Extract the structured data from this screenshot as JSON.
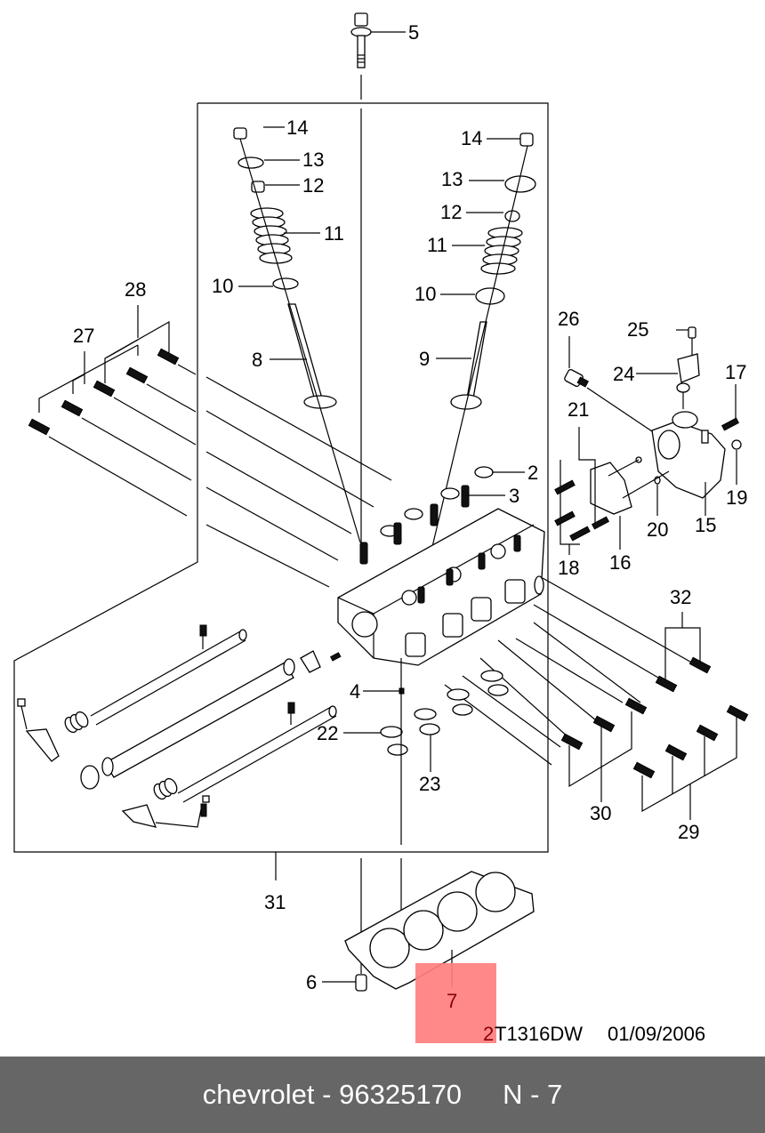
{
  "diagram": {
    "title": "Cylinder head exploded view",
    "callouts": [
      "2",
      "3",
      "4",
      "5",
      "6",
      "7",
      "8",
      "9",
      "10",
      "10",
      "11",
      "11",
      "12",
      "12",
      "13",
      "13",
      "14",
      "14",
      "15",
      "16",
      "17",
      "18",
      "19",
      "20",
      "21",
      "22",
      "23",
      "24",
      "25",
      "26",
      "27",
      "28",
      "29",
      "30",
      "31",
      "32"
    ],
    "labels": {
      "p2": "2",
      "p3": "3",
      "p4": "4",
      "p5": "5",
      "p6": "6",
      "p7": "7",
      "p8": "8",
      "p9": "9",
      "p10a": "10",
      "p10b": "10",
      "p11a": "11",
      "p11b": "11",
      "p12a": "12",
      "p12b": "12",
      "p13a": "13",
      "p13b": "13",
      "p14a": "14",
      "p14b": "14",
      "p15": "15",
      "p16": "16",
      "p17": "17",
      "p18": "18",
      "p19": "19",
      "p20": "20",
      "p21": "21",
      "p22": "22",
      "p23": "23",
      "p24": "24",
      "p25": "25",
      "p26": "26",
      "p27": "27",
      "p28": "28",
      "p29": "29",
      "p30": "30",
      "p31": "31",
      "p32": "32"
    },
    "highlighted_part": "7",
    "highlight_color": "#ff7f7f",
    "drawing_code_prefix": "2",
    "drawing_code": "T1316DW",
    "date": "01/09/2006"
  },
  "footer": {
    "brand": "chevrolet",
    "separator": "-",
    "part_number": "96325170",
    "position": "N - 7",
    "background": "#666666"
  }
}
